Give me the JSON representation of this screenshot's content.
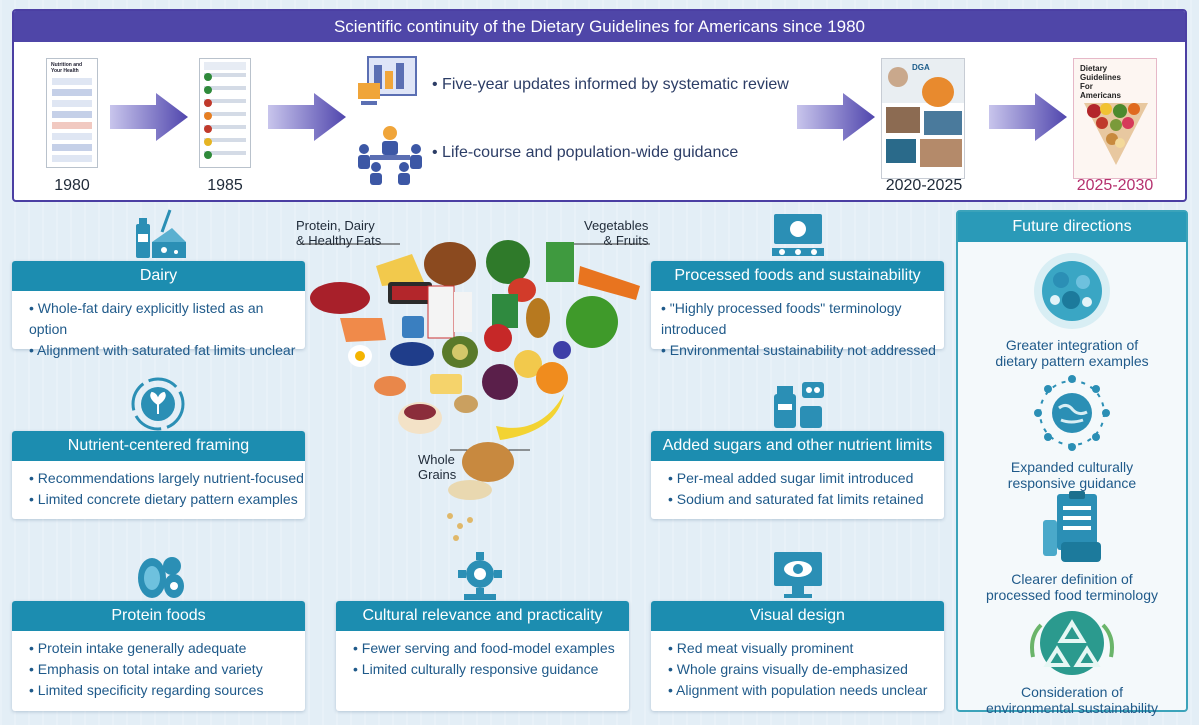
{
  "timeline": {
    "title": "Scientific continuity of the Dietary Guidelines for Americans since 1980",
    "years": [
      "1980",
      "1985",
      "2020-2025",
      "2025-2030"
    ],
    "bullets": [
      "• Five-year updates informed by systematic review",
      "• Life-course and population-wide guidance"
    ],
    "doc_1980_title": "Nutrition and Your Health",
    "doc_2020_mark": "DGA",
    "doc_2025_title": "Dietary Guidelines For Americans"
  },
  "plate": {
    "label_protein": "Protein, Dairy\n& Healthy Fats",
    "label_veg": "Vegetables\n& Fruits",
    "label_grains": "Whole\nGrains"
  },
  "cards": {
    "dairy": {
      "title": "Dairy",
      "items": [
        "Whole-fat dairy explicitly listed as an option",
        "Alignment with saturated fat limits unclear"
      ]
    },
    "nutrient": {
      "title": "Nutrient-centered framing",
      "items": [
        "Recommendations largely nutrient-focused",
        "Limited concrete dietary pattern examples"
      ]
    },
    "protein": {
      "title": "Protein foods",
      "items": [
        "Protein intake generally adequate",
        "Emphasis on total intake and variety",
        "Limited specificity regarding sources"
      ]
    },
    "cultural": {
      "title": "Cultural relevance and practicality",
      "items": [
        "Fewer serving and food-model examples",
        "Limited culturally responsive guidance"
      ]
    },
    "processed": {
      "title": "Processed foods and sustainability",
      "items": [
        "\"Highly processed foods\" terminology introduced",
        "Environmental sustainability not addressed"
      ]
    },
    "sugars": {
      "title": "Added sugars and other nutrient limits",
      "items": [
        "Per-meal added sugar limit introduced",
        "Sodium and saturated fat limits retained"
      ]
    },
    "visual": {
      "title": "Visual design",
      "items": [
        "Red meat visually prominent",
        "Whole grains visually de-emphasized",
        "Alignment with population needs unclear"
      ]
    }
  },
  "future": {
    "title": "Future directions",
    "items": [
      {
        "label": "Greater integration of\ndietary pattern examples",
        "icon": "food-circle-icon"
      },
      {
        "label": "Expanded culturally\nresponsive guidance",
        "icon": "globe-people-icon"
      },
      {
        "label": "Clearer definition of\nprocessed food terminology",
        "icon": "clipboard-icon"
      },
      {
        "label": "Consideration of\nenvironmental sustainability",
        "icon": "recycle-icon"
      }
    ]
  },
  "colors": {
    "timeline_header": "#4f46a8",
    "card_header": "#1c8db0",
    "future_header": "#2a9ab8",
    "year_2025": "#b5306e"
  }
}
